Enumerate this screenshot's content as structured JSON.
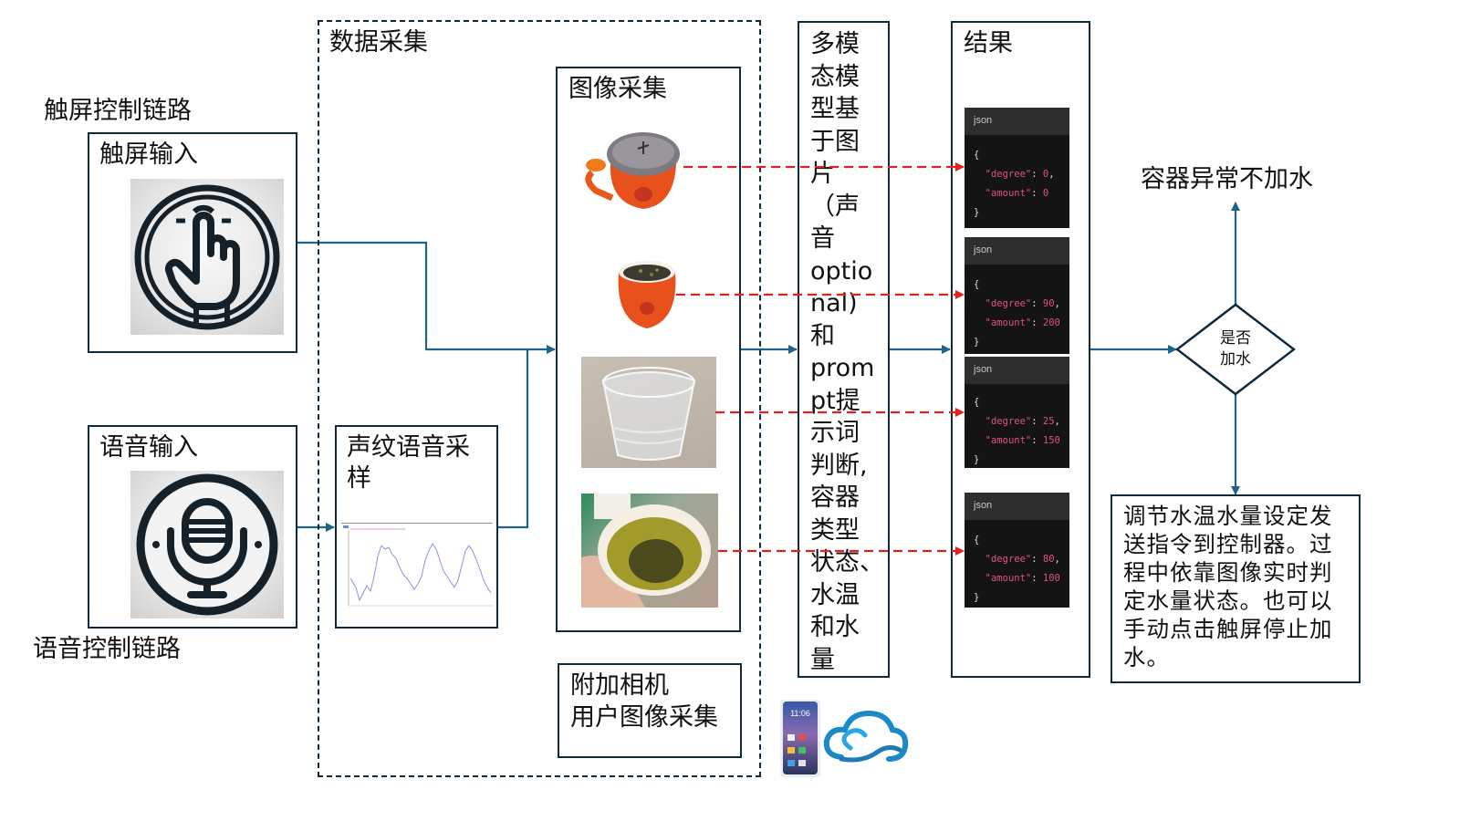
{
  "left_labels": {
    "touch_chain": "触屏控制链路",
    "voice_chain": "语音控制链路"
  },
  "touch_input": {
    "title": "触屏输入",
    "icon": "touch-hand-icon"
  },
  "voice_input": {
    "title": "语音输入",
    "icon": "microphone-icon"
  },
  "data_collection": {
    "title": "数据采集",
    "voiceprint_sampling": {
      "title": "声纹语音采样",
      "image": "waveform-chart"
    },
    "image_capture": {
      "title": "图像采集",
      "images": [
        {
          "name": "orange-mug-with-lid"
        },
        {
          "name": "orange-cup-with-tea-leaves"
        },
        {
          "name": "empty-glass-cup"
        },
        {
          "name": "paper-cup-with-tea"
        }
      ]
    },
    "extra_camera": {
      "line1": "附加相机",
      "line2": "用户图像采集"
    }
  },
  "model": {
    "text": "多模态模型基于图片（声音optional)和prompt提示词判断,容器类型状态、水温和水量",
    "lines": [
      "多模",
      "态模",
      "型基",
      "于图",
      "片",
      "（声",
      "音",
      "optio",
      "nal)",
      "和",
      "prom",
      "pt提",
      "示词",
      "判断,",
      "容器",
      "类型",
      "状态、",
      "水温",
      "和水",
      "量"
    ]
  },
  "results": {
    "title": "结果",
    "items": [
      {
        "header": "json",
        "degree": 0,
        "amount": 0
      },
      {
        "header": "json",
        "degree": 90,
        "amount": 200
      },
      {
        "header": "json",
        "degree": 25,
        "amount": 150
      },
      {
        "header": "json",
        "degree": 80,
        "amount": 100
      }
    ]
  },
  "decision": {
    "label_line1": "是否",
    "label_line2": "加水",
    "no_branch": "容器异常不加水",
    "yes_branch": "调节水温水量设定发送指令到控制器。过程中依靠图像实时判定水量状态。也可以手动点击触屏停止加水。"
  },
  "devices": {
    "phone_time": "11:06",
    "phone": "smartphone-icon",
    "cloud": "cloud-icon"
  },
  "colors": {
    "border": "#0f2a3c",
    "arrow": "#1f6386",
    "dashed_link": "#e8201c"
  }
}
